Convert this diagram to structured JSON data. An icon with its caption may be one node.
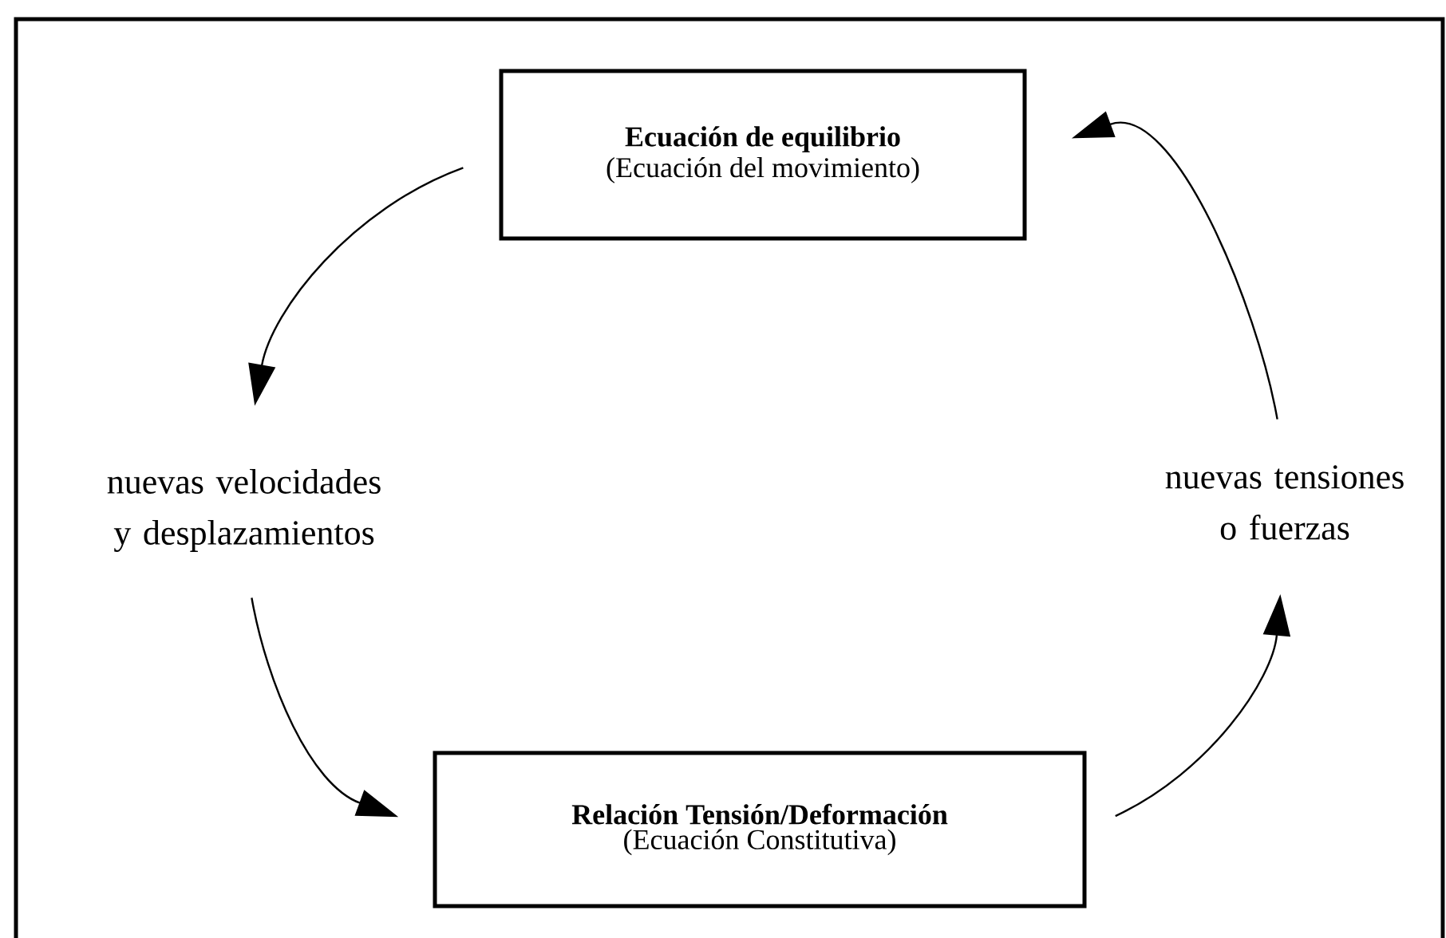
{
  "diagram": {
    "nodes": [
      {
        "text": [
          "Ecuación de equilibrio",
          "(Ecuación del movimiento)"
        ]
      },
      {
        "text": [
          "nuevas velocidades y desplazamientos"
        ]
      },
      {
        "text": [
          "Relación Tensión/Deformación",
          "(Ecuación Constitutiva)"
        ]
      },
      {
        "text": [
          "nuevas tensiones o fuerzas"
        ]
      }
    ],
    "edges": [
      {
        "from": 0,
        "to": 1,
        "arrow": "to"
      },
      {
        "from": 1,
        "to": 2,
        "arrow": "to"
      },
      {
        "from": 2,
        "to": 3,
        "arrow": "to"
      },
      {
        "from": 3,
        "to": 0,
        "arrow": "to"
      }
    ]
  }
}
